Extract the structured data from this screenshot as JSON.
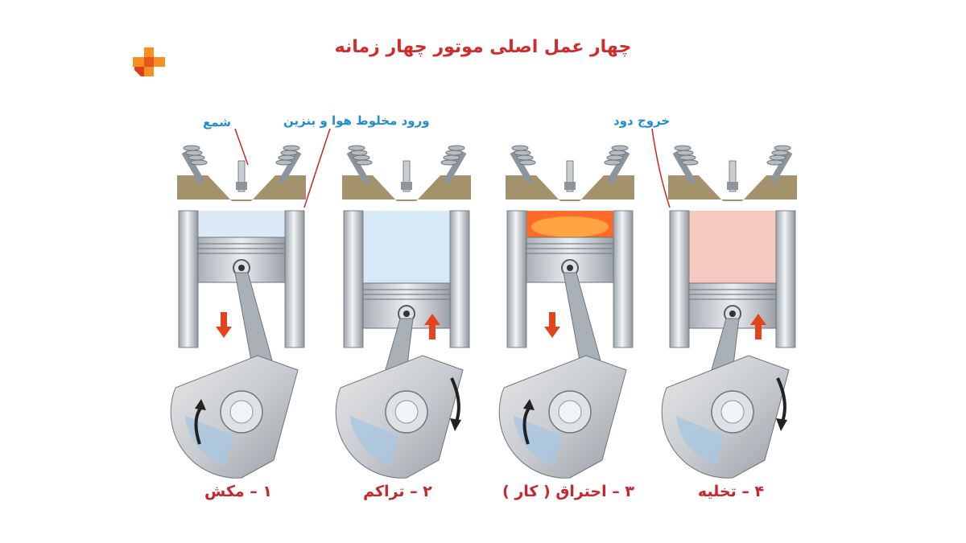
{
  "title": "چهار عمل اصلی موتور چهار زمانه",
  "labels": {
    "spark_plug": "شمع",
    "intake": "ورود مخلوط هوا و بنزین",
    "exhaust": "خروج دود"
  },
  "strokes": [
    {
      "caption": "۱ – مکش",
      "chamber": "#dbeaf6",
      "piston": "down",
      "crank": "ccw"
    },
    {
      "caption": "۲ – تراکم",
      "chamber": "#d7e8f6",
      "piston": "up",
      "crank": "cw"
    },
    {
      "caption": "۳ – احتراق ( کار )",
      "chamber": "#ff6a2a",
      "piston": "down",
      "crank": "ccw"
    },
    {
      "caption": "۴ – تخلیه",
      "chamber": "#f6c9c0",
      "piston": "up",
      "crank": "cw"
    }
  ],
  "colors": {
    "title": "#d22b2b",
    "callout": "#1f8fd0",
    "caption": "#c8262c",
    "arrow": "#e2451c"
  }
}
